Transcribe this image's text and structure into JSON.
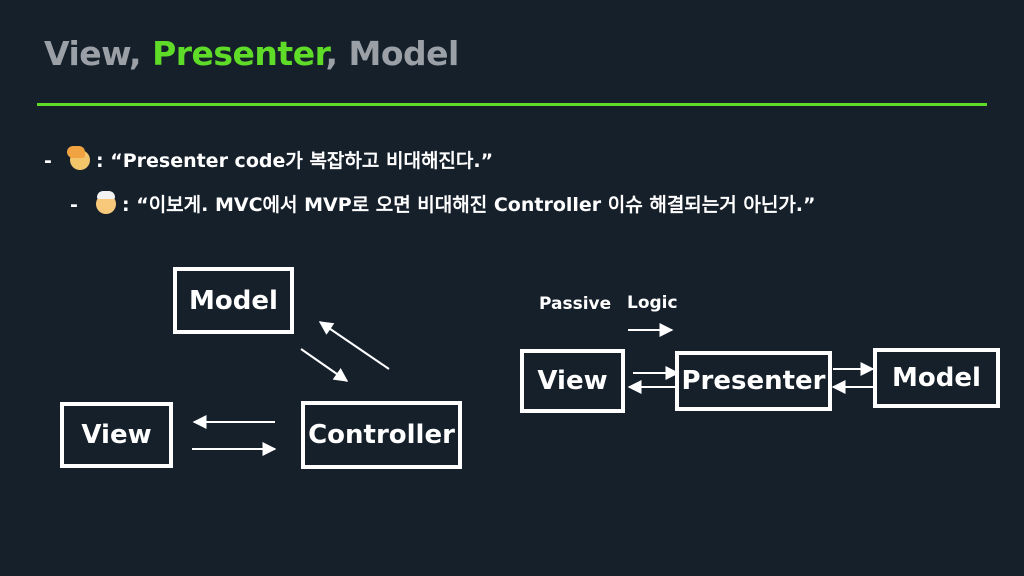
{
  "title": {
    "part1": "View, ",
    "part2": "Presenter",
    "part3": ", Model",
    "highlight_color": "#5fdc28"
  },
  "bullets": [
    {
      "dash": "-",
      "icon": "woman-emoji-icon",
      "text": ": “Presenter code가 복잡하고 비대해진다.”"
    },
    {
      "dash": "-",
      "icon": "old-man-emoji-icon",
      "text": ": “이보게. MVC에서 MVP로 오면 비대해진 Controller 이슈 해결되는거 아닌가.”"
    }
  ],
  "mvc": {
    "model": "Model",
    "view": "View",
    "controller": "Controller"
  },
  "mvp": {
    "view": "View",
    "presenter": "Presenter",
    "model": "Model",
    "passive_label": "Passive",
    "logic_label": "Logic"
  },
  "colors": {
    "background": "#16202b",
    "accent": "#5fdc28",
    "title_gray": "#9aa0a6",
    "foreground": "#ffffff"
  }
}
